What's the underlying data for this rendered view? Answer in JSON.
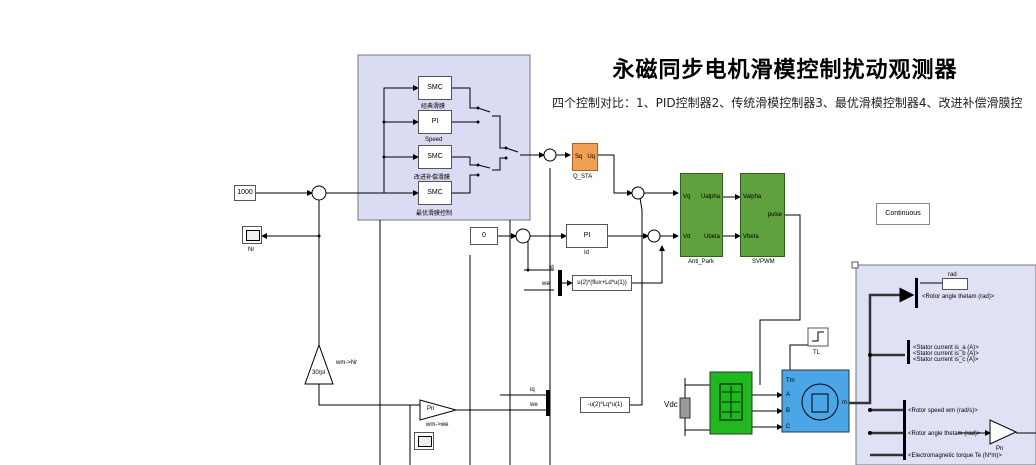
{
  "title": "永磁同步电机滑模控制扰动观测器",
  "subtitle": "四个控制对比：1、PID控制器2、传统滑模控制器3、最优滑模控制器4、改进补偿滑膜控",
  "continuous_label": "Continuous",
  "speed_ref_value": "1000",
  "id_ref_value": "0",
  "smc_block_1": "SMC",
  "smc_block_1_caption": "经典滑膜",
  "pi_speed_block": "PI",
  "pi_speed_caption": "Speed",
  "smc_block_2": "SMC",
  "smc_block_2_caption": "改进补偿滑膜",
  "smc_block_3": "SMC",
  "smc_block_3_caption": "最优滑膜控制",
  "q_sta": {
    "in1": "Sq",
    "out": "Uq",
    "caption": "Q_STA"
  },
  "pi_id_block": "PI",
  "pi_id_caption": "Id",
  "anti_park": {
    "in1": "Vq",
    "in2": "Vd",
    "out1": "Ualpha",
    "out2": "Ubeta",
    "caption": "Anti_Park"
  },
  "svpwm": {
    "in1": "Valpha",
    "in2": "Vbeta",
    "out": "pulse",
    "caption": "SVPWM"
  },
  "nr_scope_caption": "Nr",
  "fcn_d": "u(2)*(flux+Ld*u(1))",
  "fcn_q": "-u(2)*Lq*u(1)",
  "mux_labels": {
    "id": "id",
    "we1": "we",
    "iq": "iq",
    "we2": "we"
  },
  "gain_30pi": "30/pi",
  "wm_nr": "wm->Nr",
  "pn_gain": "Pn",
  "wm_we": "wm->we",
  "tl_caption": "TL",
  "vdc_label": "Vdc",
  "motor": {
    "tm": "Tm",
    "a": "A",
    "b": "B",
    "c": "C",
    "m": "m"
  },
  "rad_label": "rad",
  "bus": {
    "rotor_angle": "<Rotor angle thetam (rad)>",
    "stator_a": "<Stator current is_a (A)>",
    "stator_b": "<Stator current is_b (A)>",
    "stator_c": "<Stator current is_c (A)>",
    "rotor_speed": "<Rotor speed wm (rad/s)>",
    "rotor_angle2": "<Rotor angle thetam (rad)>",
    "torque": "<Electromagnetic torque Te (N*m)>"
  },
  "pn_gain2": "Pn"
}
